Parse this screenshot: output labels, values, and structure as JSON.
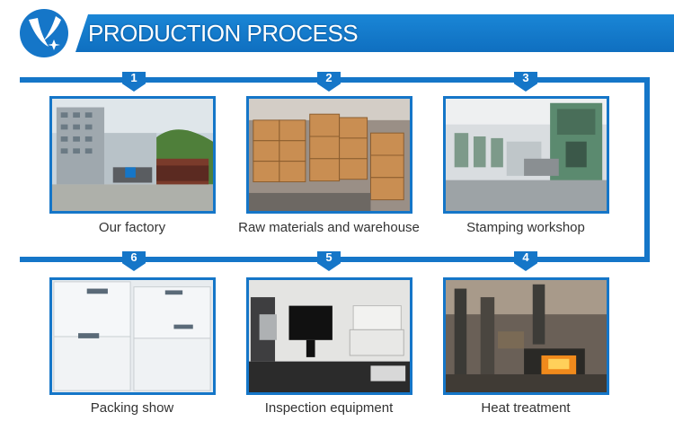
{
  "header": {
    "title": "PRODUCTION PROCESS",
    "logo_icon": "star-leaf-logo-icon"
  },
  "colors": {
    "accent": "#1576c8",
    "caption": "#333333"
  },
  "steps": [
    {
      "number": "1",
      "caption": "Our factory",
      "image": "factory-building-photo"
    },
    {
      "number": "2",
      "caption": "Raw materials and warehouse",
      "image": "warehouse-boxes-photo"
    },
    {
      "number": "3",
      "caption": "Stamping workshop",
      "image": "stamping-machines-photo"
    },
    {
      "number": "4",
      "caption": "Heat treatment",
      "image": "heat-treatment-furnace-photo"
    },
    {
      "number": "5",
      "caption": "Inspection equipment",
      "image": "inspection-lab-photo"
    },
    {
      "number": "6",
      "caption": "Packing show",
      "image": "packing-boxes-photo"
    }
  ]
}
